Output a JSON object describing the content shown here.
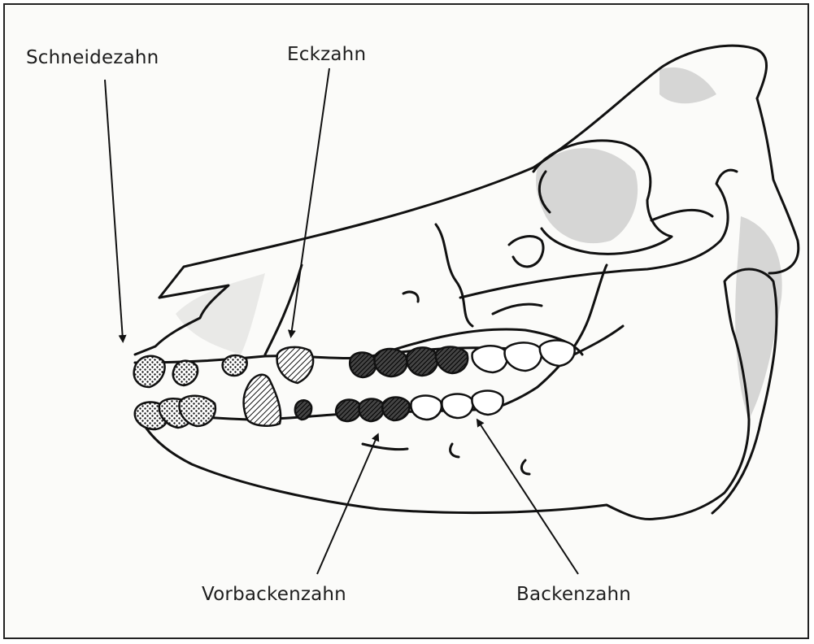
{
  "labels": {
    "incisor": "Schneidezahn",
    "canine": "Eckzahn",
    "premolar": "Vorbackenzahn",
    "molar": "Backenzahn"
  },
  "colors": {
    "line": "#111111",
    "paper": "#fbfbf9",
    "shade": "#9a9a9a",
    "text": "#1e1e1e"
  }
}
